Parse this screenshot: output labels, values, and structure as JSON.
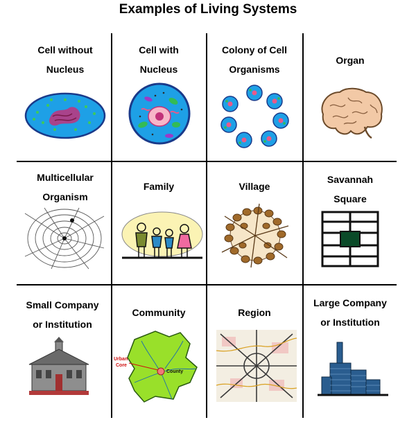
{
  "title": "Examples of Living Systems",
  "cells": [
    {
      "label1": "Cell without",
      "label2": "Nucleus",
      "icon": "prokaryotic-cell-icon"
    },
    {
      "label1": "Cell with",
      "label2": "Nucleus",
      "icon": "eukaryotic-cell-icon"
    },
    {
      "label1": "Colony of Cell",
      "label2": "Organisms",
      "icon": "cell-colony-icon"
    },
    {
      "label1": "Organ",
      "label2": "",
      "icon": "brain-icon"
    },
    {
      "label1": "Multicellular",
      "label2": "Organism",
      "icon": "spider-web-icon"
    },
    {
      "label1": "Family",
      "label2": "",
      "icon": "family-icon"
    },
    {
      "label1": "Village",
      "label2": "",
      "icon": "village-icon"
    },
    {
      "label1": "Savannah",
      "label2": "Square",
      "icon": "savannah-square-icon"
    },
    {
      "label1": "Small Company",
      "label2": "or Institution",
      "icon": "schoolhouse-icon"
    },
    {
      "label1": "Community",
      "label2": "",
      "icon": "community-map-icon"
    },
    {
      "label1": "Region",
      "label2": "",
      "icon": "region-map-icon"
    },
    {
      "label1": "Large Company",
      "label2": "or Institution",
      "icon": "skyscraper-icon"
    }
  ],
  "map_labels": {
    "urban": "Urban",
    "core": "Core",
    "county": "County"
  },
  "colors": {
    "cell_blue": "#1ea0e6",
    "cell_green": "#33bb55",
    "lime": "#99e02a",
    "dark_green": "#0a4a28",
    "brick": "#b23a3a",
    "skyscraper": "#2a5d8f"
  }
}
